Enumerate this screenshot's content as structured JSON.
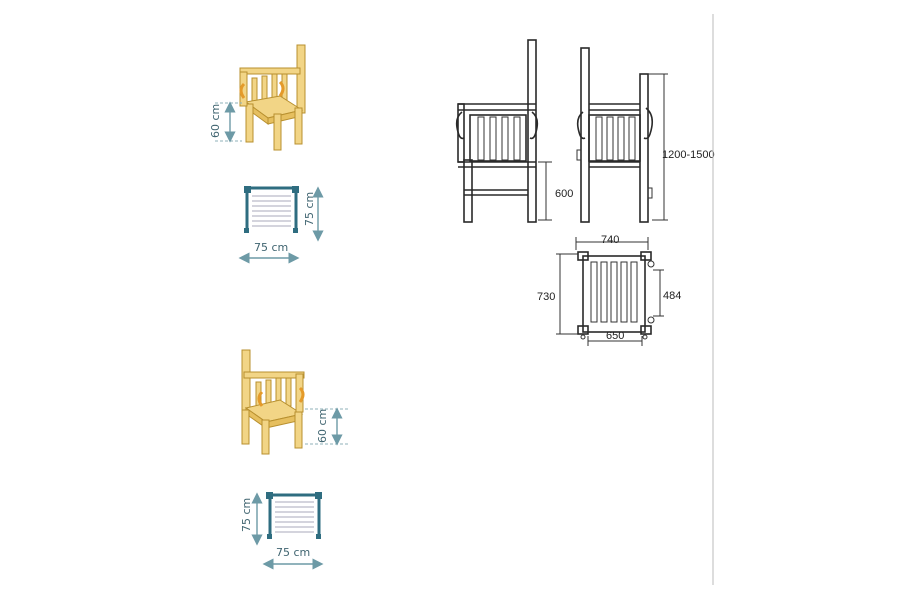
{
  "colors": {
    "wood": "#f2d586",
    "wood_edge": "#b8902f",
    "frame_teal": "#2f6d80",
    "arrow": "#6d9aa6",
    "drawing_line": "#2a2a2a",
    "divider": "#bbbbbb"
  },
  "variant_a": {
    "height_label": "60 cm",
    "depth_label": "75 cm",
    "width_label": "75 cm"
  },
  "variant_b": {
    "height_label": "60 cm",
    "depth_label": "75 cm",
    "width_label": "75 cm"
  },
  "technical": {
    "total_height": "1200-1500",
    "seat_height": "600",
    "top_width": "740",
    "overall_depth": "730",
    "inner_depth": "484",
    "bottom_width": "650"
  }
}
